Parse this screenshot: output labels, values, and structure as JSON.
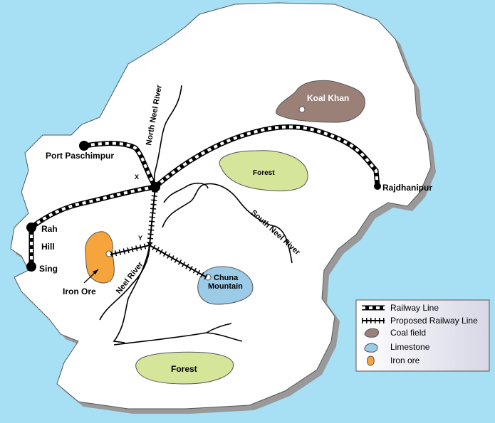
{
  "colors": {
    "sea": "#a7dff5",
    "land": "#ffffff",
    "land_shadow": "#999999",
    "forest": "#d5e59a",
    "coal_field": "#9b8078",
    "limestone": "#9ccbe8",
    "iron_ore": "#f5a53b",
    "rail": "#000000",
    "river": "#000000"
  },
  "labels": {
    "port_paschimpur": "Port Paschimpur",
    "rajdhanipur": "Rajdhanipur",
    "rah": "Rah",
    "hill": "Hill",
    "sing": "Sing",
    "koal_khan": "Koal Khan",
    "chuna_mountain_line1": "Chuna",
    "chuna_mountain_line2": "Mountain",
    "iron_ore": "Iron Ore",
    "forest_north": "Forest",
    "forest_south": "Forest",
    "north_neel_river": "North Neel River",
    "south_neel_river": "South Neel River",
    "neel_river": "Neel River",
    "x_marker": "X",
    "y_marker": "Y"
  },
  "legend": {
    "items": [
      {
        "label": "Railway Line",
        "icon": "railway-line-icon"
      },
      {
        "label": "Proposed Railway Line",
        "icon": "proposed-railway-line-icon"
      },
      {
        "label": "Coal field",
        "icon": "coal-field-icon"
      },
      {
        "label": "Limestone",
        "icon": "limestone-icon"
      },
      {
        "label": "Iron ore",
        "icon": "iron-ore-icon"
      }
    ]
  }
}
